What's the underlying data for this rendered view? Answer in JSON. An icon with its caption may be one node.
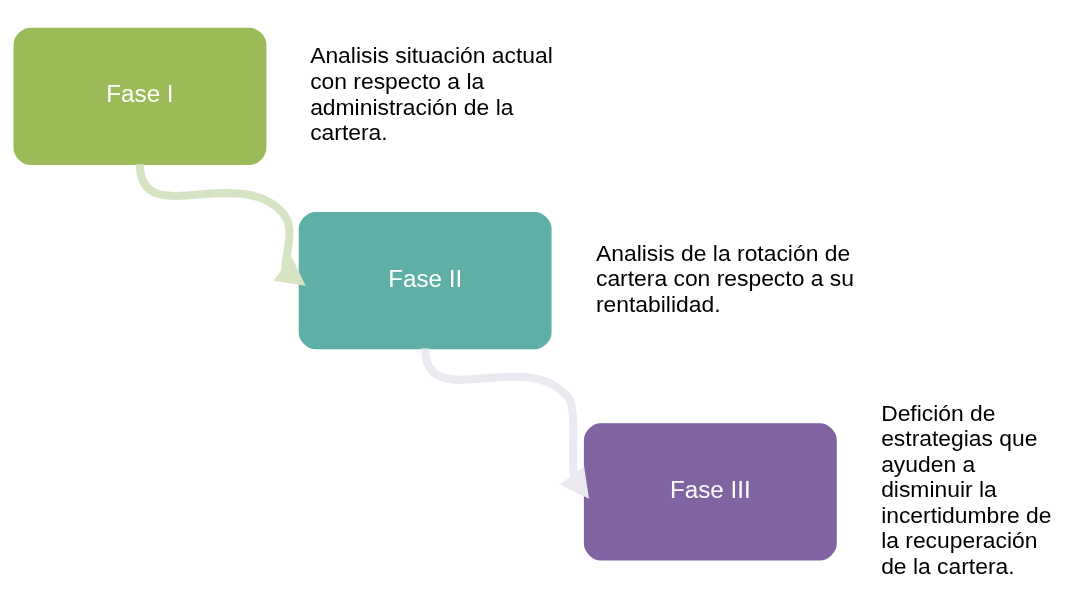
{
  "diagram": {
    "nodes": [
      {
        "text": [
          "Fase I"
        ],
        "beside": [
          "Analisis situación actual con respecto a la administración de la cartera."
        ]
      },
      {
        "text": [
          "Fase II"
        ],
        "beside": [
          "Analisis de la rotación de cartera con respecto a su rentabilidad."
        ]
      },
      {
        "text": [
          "Fase III"
        ],
        "beside": [
          "Defición de estrategias que ayuden a disminuir la incertidumbre de la recuperación de la cartera."
        ]
      }
    ],
    "edges": [
      {
        "from": 0,
        "to": 1,
        "arrow": "to",
        "color": "#d7e4c4"
      },
      {
        "from": 1,
        "to": 2,
        "arrow": "to",
        "color": "#ebe8ef"
      }
    ]
  }
}
